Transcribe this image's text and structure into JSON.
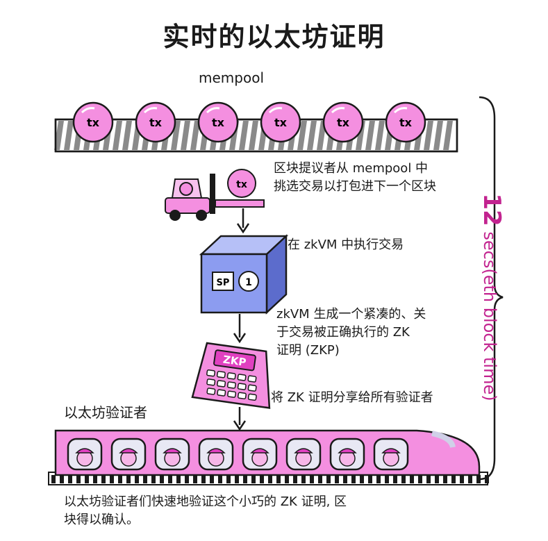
{
  "title": "实时的以太坊证明",
  "mempool": {
    "label": "mempool",
    "tx_label": "tx",
    "tx_count": 6
  },
  "forklift_tx_label": "tx",
  "steps": {
    "step1_line1": "区块提议者从 mempool 中",
    "step1_line2": "挑选交易以打包进下一个区块",
    "step2": "在 zkVM 中执行交易",
    "step3_line1": "zkVM 生成一个紧凑的、关",
    "step3_line2": "于交易被正确执行的 ZK",
    "step3_line3": "证明 (ZKP)",
    "step4": "将 ZK 证明分享给所有验证者"
  },
  "zkvm_box": {
    "sp_label": "SP",
    "one_label": "1"
  },
  "zkp_label": "ZKP",
  "validators_label": "以太坊验证者",
  "bottom_note_line1": "以太坊验证者们快速地验证这个小巧的 ZK 证明, 区",
  "bottom_note_line2": "块得以确认。",
  "side_label": {
    "number": "12",
    "text": " secs(eth block time)"
  },
  "colors": {
    "pink": "#f48fe0",
    "pink_dark": "#c2238f",
    "purple_box": "#8c9cf0",
    "conveyor": "#8a8a8a"
  }
}
